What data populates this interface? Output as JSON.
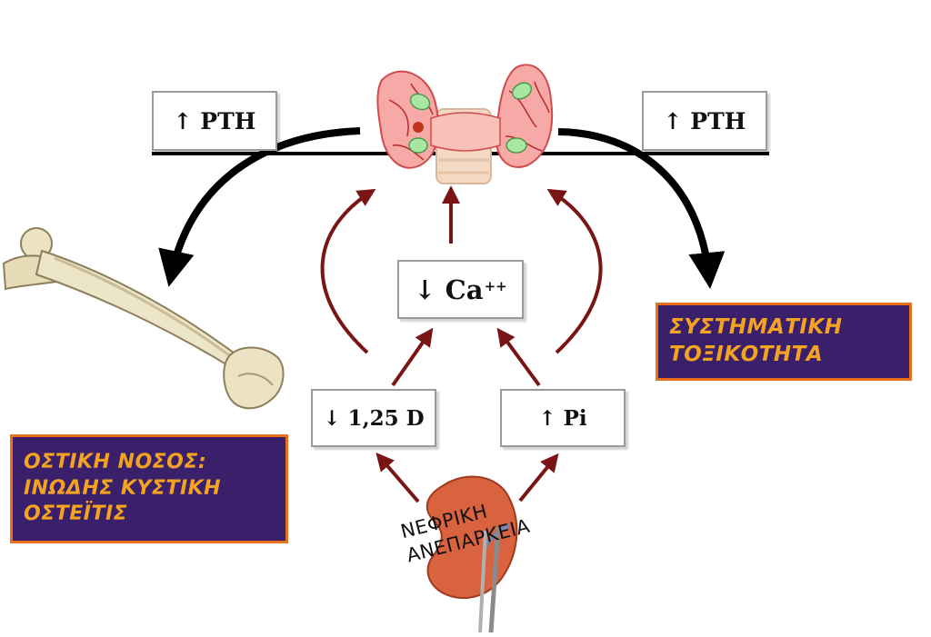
{
  "pth_left": "↑ PTH",
  "pth_right": "↑ PTH",
  "calcium": {
    "text": "↓ Ca",
    "superscript": "++"
  },
  "vitamin_d": "↓ 1,25 D",
  "phosphate": "↑ Pi",
  "bone_disease": [
    "ΟΣΤΙΚΗ ΝΟΣΟΣ:",
    "ΙΝΩΔΗΣ ΚΥΣΤΙΚΗ",
    "ΟΣΤΕΪΤΙΣ"
  ],
  "systemic_toxicity": [
    "ΣΥΣΤΗΜΑΤΙΚΗ",
    "ΤΟΞΙΚΟΤΗΤΑ"
  ],
  "kidney_label": [
    "ΝΕΦΡΙΚΗ",
    "ΑΝΕΠΑΡΚΕΙΑ"
  ],
  "icons": [
    "parathyroid-gland-icon",
    "bone-icon",
    "kidney-icon"
  ],
  "colors": {
    "panel_background": "#3a1f6b",
    "panel_border": "#e8701d",
    "panel_text": "#f4a321",
    "feedback_arrow": "#7a1515",
    "kidney": "#d9623f"
  }
}
